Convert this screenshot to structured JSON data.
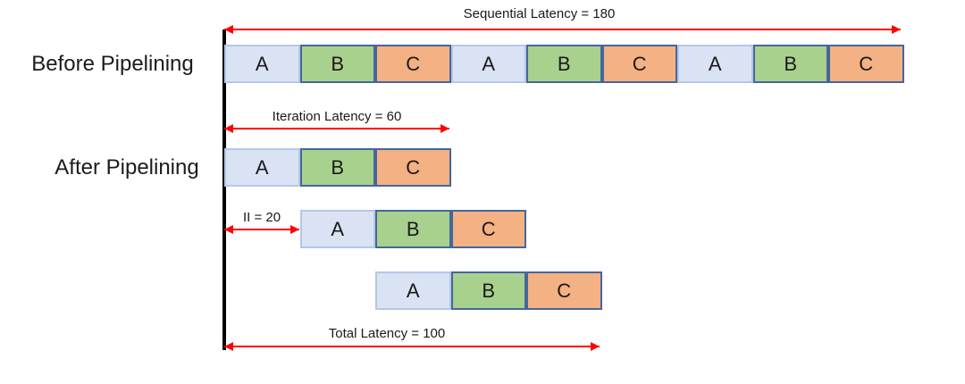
{
  "labels": {
    "before": "Before Pipelining",
    "after": "After Pipelining"
  },
  "annotations": {
    "sequential": "Sequential Latency = 180",
    "iteration": "Iteration Latency = 60",
    "initiation_interval": "II = 20",
    "total": "Total Latency = 100"
  },
  "stages": {
    "before_row": [
      "A",
      "B",
      "C",
      "A",
      "B",
      "C",
      "A",
      "B",
      "C"
    ],
    "after_rows": [
      [
        "A",
        "B",
        "C"
      ],
      [
        "A",
        "B",
        "C"
      ],
      [
        "A",
        "B",
        "C"
      ]
    ]
  },
  "colors": {
    "stage_a_fill": "#dae3f3",
    "stage_a_border": "#b4c7e7",
    "stage_b_fill": "#a9d18e",
    "stage_c_fill": "#f4b183",
    "stage_bc_border": "#44679c",
    "arrow": "#ff0000",
    "timeline": "#000000",
    "text": "#1a1a1a"
  }
}
